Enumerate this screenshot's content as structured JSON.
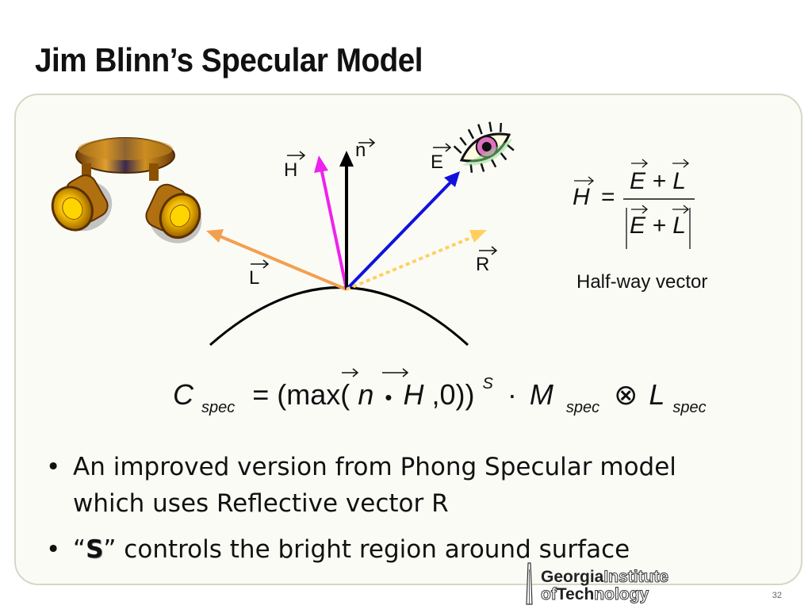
{
  "slide": {
    "title": "Jim Blinn’s Specular Model",
    "page_number": "32"
  },
  "diagram": {
    "labels": {
      "H": "H",
      "n": "n",
      "E": "E",
      "R": "R",
      "L": "L"
    },
    "colors": {
      "H": "#ee22ee",
      "n": "#000000",
      "E": "#1111dd",
      "R": "#ffd060",
      "L": "#f2a050"
    }
  },
  "formulas": {
    "halfway": {
      "lhs": "H",
      "eq": "=",
      "num": "E + L",
      "den": "E + L"
    },
    "halfway_caption": "Half-way vector",
    "main": {
      "C": "C",
      "spec": "spec",
      "eq": "= (max(",
      "n": "n",
      "dot": "•",
      "H": "H",
      "rest": ",0))",
      "S": "S",
      "cdot": "·",
      "M": "M",
      "spec2": "spec",
      "otimes": "⊗",
      "L": "L",
      "spec3": "spec"
    }
  },
  "bullets": {
    "item1": "An improved version from Phong Specular model which uses Reflective vector R",
    "item2_open": "“",
    "item2_S": "S",
    "item2_rest": "” controls the bright region around surface",
    "bullet_glyph": "•"
  },
  "logo": {
    "georgia": "Georgia",
    "institute": "Institute",
    "of": "of",
    "tech": "Tech",
    "nology": "nology"
  }
}
